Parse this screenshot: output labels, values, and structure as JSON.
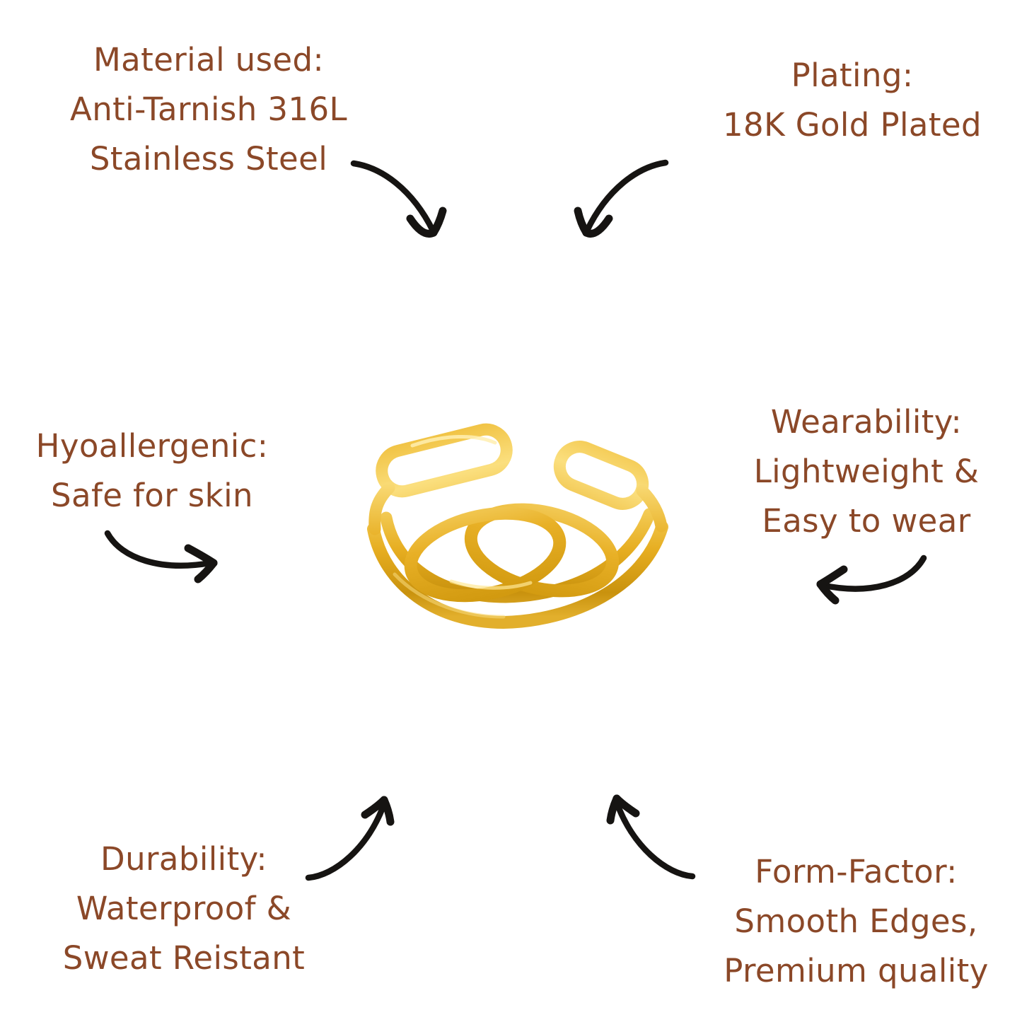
{
  "colors": {
    "background": "#ffffff",
    "text": "#8B4828",
    "arrow": "#161412",
    "gold_light": "#FBDF7E",
    "gold_mid": "#EDBB35",
    "gold_deep": "#C9920E"
  },
  "product": {
    "name": "Gold double-band knot ring",
    "description": "Open adjustable 18K gold plated ring with interlocking knot front"
  },
  "features": [
    {
      "id": "material",
      "lines": [
        "Material used:",
        "Anti-Tarnish 316L",
        "Stainless Steel"
      ]
    },
    {
      "id": "plating",
      "lines": [
        "Plating:",
        "18K Gold Plated"
      ]
    },
    {
      "id": "hypoallergenic",
      "lines": [
        "Hyoallergenic:",
        "Safe for skin"
      ]
    },
    {
      "id": "wearability",
      "lines": [
        "Wearability:",
        "Lightweight &",
        "Easy to wear"
      ]
    },
    {
      "id": "durability",
      "lines": [
        "Durability:",
        "Waterproof &",
        "Sweat Reistant"
      ]
    },
    {
      "id": "form_factor",
      "lines": [
        "Form-Factor:",
        "Smooth Edges,",
        "Premium quality"
      ]
    }
  ]
}
